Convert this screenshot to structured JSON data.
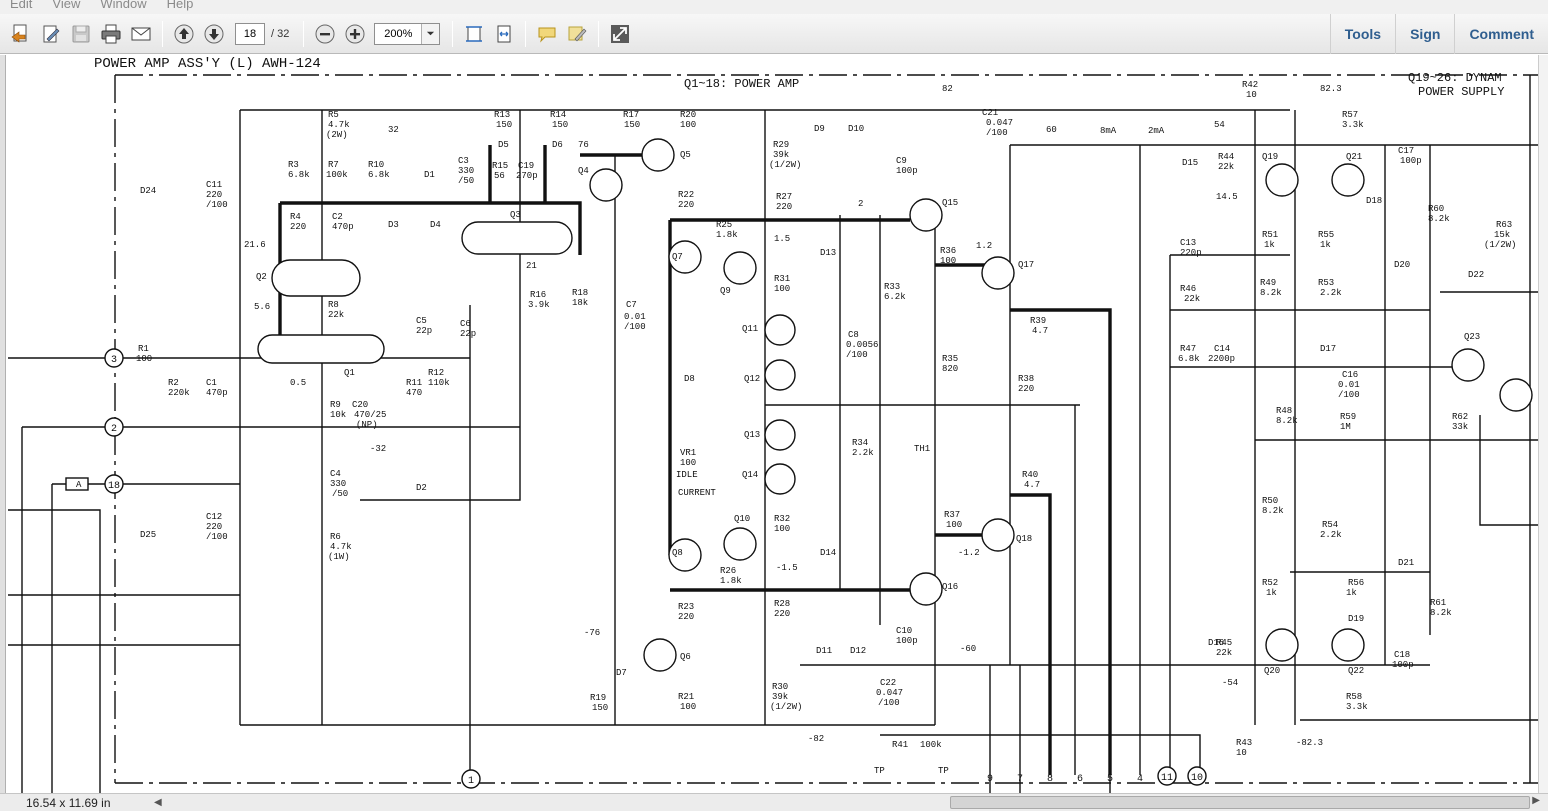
{
  "menu": {
    "items": [
      "Edit",
      "View",
      "Window",
      "Help"
    ]
  },
  "toolbar": {
    "current_page": "18",
    "total_pages": "/ 32",
    "zoom": "200%",
    "right_links": [
      "Tools",
      "Sign",
      "Comment"
    ]
  },
  "icons": {
    "create": "create-pdf-icon",
    "edit": "edit-icon",
    "save": "save-icon",
    "print": "print-icon",
    "email": "email-icon",
    "prev": "previous-page-icon",
    "next": "next-page-icon",
    "zoom_out": "zoom-out-icon",
    "zoom_in": "zoom-in-icon",
    "fit_page": "fit-page-icon",
    "fit_width": "fit-width-icon",
    "comment": "comment-icon",
    "highlight": "highlight-icon",
    "expand": "expand-icon"
  },
  "schematic": {
    "title": "POWER AMP   ASS'Y     (L)   AWH-124",
    "section_power_amp": "Q1~18: POWER   AMP",
    "section_supply_1": "Q19~26: DYNAM",
    "section_supply_2": "POWER  SUPPLY",
    "labels": [
      "R5",
      "4.7k",
      "(2W)",
      "R13",
      "150",
      "R14",
      "150",
      "R17",
      "150",
      "R20",
      "100",
      "32",
      "76",
      "Q5",
      "Q4",
      "Q3",
      "D5",
      "D6",
      "R15",
      "56",
      "C19",
      "270p",
      "R3",
      "6.8k",
      "R7",
      "100k",
      "R10",
      "6.8k",
      "D1",
      "C3",
      "330",
      "/50",
      "D24",
      "C11",
      "220",
      "/100",
      "R4",
      "220",
      "C2",
      "470p",
      "D3",
      "D4",
      "21.6",
      "Q2",
      "5.6",
      "R8",
      "22k",
      "R1",
      "100",
      "R2",
      "220k",
      "C1",
      "470p",
      "0.5",
      "Q1",
      "C5",
      "22p",
      "C6",
      "22p",
      "R11",
      "470",
      "R12",
      "110k",
      "C20",
      "470/25",
      "(NP)",
      "R9",
      "10k",
      "R16",
      "3.9k",
      "21",
      "C4",
      "330",
      "/50",
      "D2",
      "-32",
      "A",
      "D25",
      "C12",
      "220",
      "/100",
      "R6",
      "4.7k",
      "(1W)",
      "R18",
      "18k",
      "C7",
      "0.01",
      "/100",
      "R22",
      "220",
      "R29",
      "39k",
      "(1/2W)",
      "D9",
      "D10",
      "C9",
      "100p",
      "R27",
      "220",
      "2",
      "Q15",
      "Q7",
      "Q9",
      "R25",
      "1.8k",
      "1.5",
      "D13",
      "R31",
      "100",
      "R36",
      "100",
      "1.2",
      "Q17",
      "R33",
      "6.2k",
      "R39",
      "4.7",
      "Q11",
      "C8",
      "0.0056",
      "/100",
      "Q12",
      "D8",
      "R35",
      "820",
      "R38",
      "220",
      "Q13",
      "R34",
      "2.2k",
      "TH1",
      "VR1",
      "100",
      "IDLE",
      "CURRENT",
      "Q14",
      "R40",
      "4.7",
      "R37",
      "100",
      "Q18",
      "-1.2",
      "Q8",
      "Q10",
      "R32",
      "100",
      "D14",
      "R26",
      "1.8k",
      "-1.5",
      "Q16",
      "R23",
      "220",
      "R28",
      "220",
      "C10",
      "100p",
      "-76",
      "Q6",
      "D7",
      "D11",
      "D12",
      "-60",
      "C22",
      "0.047",
      "/100",
      "R19",
      "150",
      "R21",
      "100",
      "R30",
      "39k",
      "(1/2W)",
      "-82",
      "R41",
      "100k",
      "TP",
      "TP",
      "82",
      "C21",
      "0.047",
      "/100",
      "60",
      "8mA",
      "2mA",
      "D15",
      "54",
      "R44",
      "22k",
      "R42",
      "10",
      "82.3",
      "R57",
      "3.3k",
      "C17",
      "100p",
      "Q19",
      "Q21",
      "14.5",
      "D18",
      "R60",
      "8.2k",
      "R51",
      "1k",
      "R55",
      "1k",
      "R63",
      "15k",
      "(1/2W)",
      "D20",
      "C13",
      "220p",
      "R49",
      "8.2k",
      "R53",
      "2.2k",
      "R46",
      "22k",
      "D22",
      "Q23",
      "R47",
      "6.8k",
      "C14",
      "2200p",
      "D17",
      "C16",
      "0.01",
      "/100",
      "R48",
      "8.2k",
      "R59",
      "1M",
      "R62",
      "33k",
      "R50",
      "8.2k",
      "R54",
      "2.2k",
      "D21",
      "R52",
      "1k",
      "R56",
      "1k",
      "R61",
      "8.2k",
      "D19",
      "D16",
      "R45",
      "22k",
      "Q20",
      "Q22",
      "C18",
      "100p",
      "-54",
      "R58",
      "3.3k",
      "R43",
      "10",
      "-82.3"
    ],
    "terminals": [
      "3",
      "2",
      "18",
      "1",
      "9",
      "7",
      "8",
      "6",
      "5",
      "4",
      "11",
      "10"
    ]
  },
  "status": {
    "page_size": "16.54 x 11.69 in"
  }
}
